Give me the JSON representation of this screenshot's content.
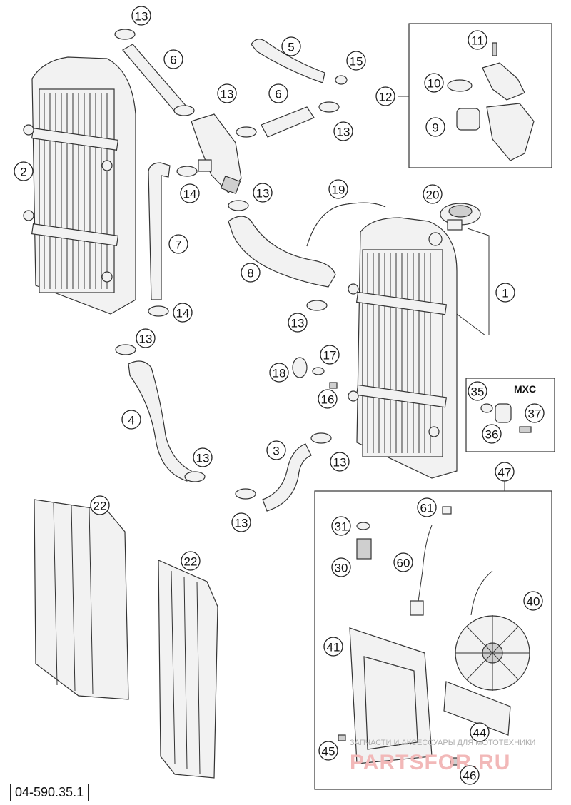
{
  "diagram_code": "04-590.35.1",
  "mxc_label": "MXC",
  "watermark": {
    "line1": "ЗАПЧАСТИ И АКСЕССУАРЫ ДЛЯ МОТОТЕХНИКИ",
    "line2": "PARTSFOR.RU"
  },
  "callouts": [
    {
      "label": "13"
    },
    {
      "label": "6"
    },
    {
      "label": "2"
    },
    {
      "label": "5"
    },
    {
      "label": "15"
    },
    {
      "label": "13"
    },
    {
      "label": "6"
    },
    {
      "label": "13"
    },
    {
      "label": "14"
    },
    {
      "label": "13"
    },
    {
      "label": "7"
    },
    {
      "label": "8"
    },
    {
      "label": "19"
    },
    {
      "label": "20"
    },
    {
      "label": "1"
    },
    {
      "label": "14"
    },
    {
      "label": "13"
    },
    {
      "label": "13"
    },
    {
      "label": "4"
    },
    {
      "label": "17"
    },
    {
      "label": "18"
    },
    {
      "label": "16"
    },
    {
      "label": "13"
    },
    {
      "label": "3"
    },
    {
      "label": "13"
    },
    {
      "label": "13"
    },
    {
      "label": "22"
    },
    {
      "label": "22"
    },
    {
      "label": "11"
    },
    {
      "label": "10"
    },
    {
      "label": "12"
    },
    {
      "label": "9"
    },
    {
      "label": "35"
    },
    {
      "label": "37"
    },
    {
      "label": "36"
    },
    {
      "label": "47"
    },
    {
      "label": "61"
    },
    {
      "label": "31"
    },
    {
      "label": "60"
    },
    {
      "label": "30"
    },
    {
      "label": "40"
    },
    {
      "label": "41"
    },
    {
      "label": "44"
    },
    {
      "label": "45"
    },
    {
      "label": "46"
    }
  ]
}
